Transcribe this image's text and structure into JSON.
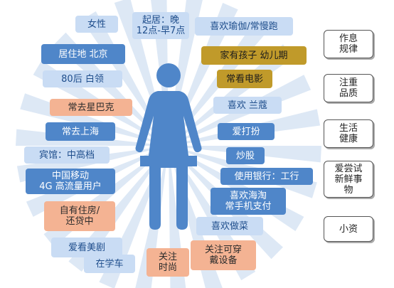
{
  "colors": {
    "figure": "#4f86c9",
    "ray": "#dde8f5",
    "light": "#c9dcf4",
    "mid": "#4f86c9",
    "gold": "#c09a2a",
    "orange": "#f4b393"
  },
  "center_icon": "woman-figure-icon",
  "labels": [
    {
      "id": "gender",
      "text": "女性"
    },
    {
      "id": "schedule",
      "text": "起居：晚\n12点-早7点"
    },
    {
      "id": "yoga",
      "text": "喜欢瑜伽/常慢跑"
    },
    {
      "id": "residence",
      "text": "居住地 北京"
    },
    {
      "id": "kids",
      "text": "家有孩子  幼儿期"
    },
    {
      "id": "age",
      "text": "80后 白领"
    },
    {
      "id": "movies",
      "text": "常看电影"
    },
    {
      "id": "starbucks",
      "text": "常去星巴克"
    },
    {
      "id": "lancome",
      "text": "喜欢 兰蔻"
    },
    {
      "id": "shanghai",
      "text": "常去上海"
    },
    {
      "id": "dressup",
      "text": "爱打扮"
    },
    {
      "id": "hotel",
      "text": "宾馆：中高档"
    },
    {
      "id": "stocks",
      "text": "炒股"
    },
    {
      "id": "mobile",
      "text": "中国移动\n4G 高流量用户"
    },
    {
      "id": "bank",
      "text": "使用银行：工行"
    },
    {
      "id": "shopping",
      "text": "喜欢海淘\n常手机支付"
    },
    {
      "id": "home",
      "text": "自有住房/\n还贷中"
    },
    {
      "id": "cooking",
      "text": "喜欢做菜"
    },
    {
      "id": "drama",
      "text": "爱看美剧"
    },
    {
      "id": "fashion",
      "text": "关注\n时尚"
    },
    {
      "id": "wearables",
      "text": "关注可穿\n戴设备"
    },
    {
      "id": "driving",
      "text": "在学车"
    }
  ],
  "categories": [
    {
      "text": "作息\n规律"
    },
    {
      "text": "注重\n品质"
    },
    {
      "text": "生活\n健康"
    },
    {
      "text": "爱尝试\n新鲜事\n物"
    },
    {
      "text": "小资"
    }
  ]
}
